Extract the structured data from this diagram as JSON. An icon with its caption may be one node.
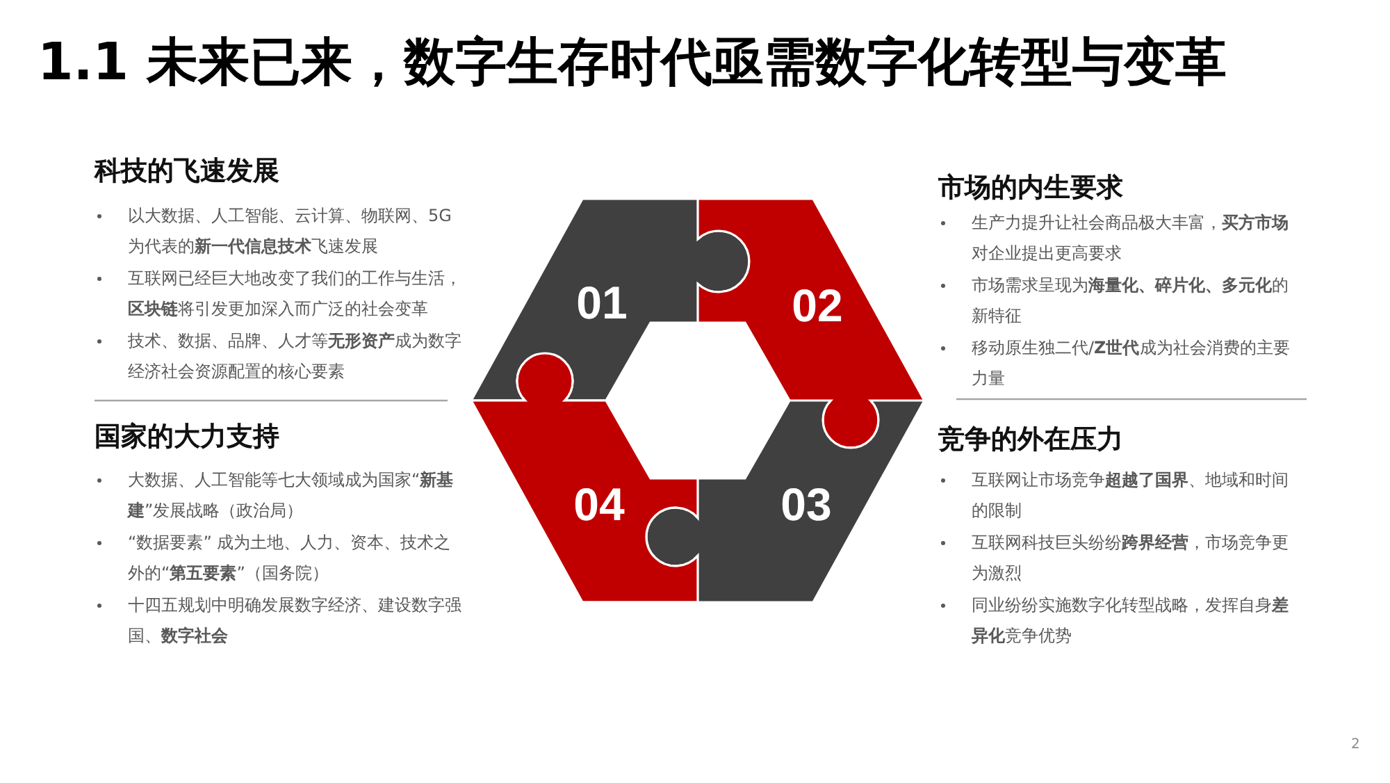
{
  "diagram": {
    "title": "1.1 未来已来，数字生存时代亟需数字化转型与变革",
    "nodes": [
      {
        "text": [
          "01"
        ],
        "beside": [
          "科技的飞速发展",
          "以大数据、人工智能、云计算、物联网、5G为代表的**新一代信息技术**飞速发展",
          "互联网已经巨大地改变了我们的工作与生活，**区块链**将引发更加深入而广泛的社会变革",
          "技术、数据、品牌、人才等**无形资产**成为数字经济社会资源配置的核心要素"
        ]
      },
      {
        "text": [
          "02"
        ],
        "beside": [
          "市场的内生要求",
          "生产力提升让社会商品极大丰富，**买方市场**对企业提出更高要求",
          "市场需求呈现为**海量化、碎片化、多元化**的新特征",
          "移动原生独二代/**Z世代**成为社会消费的主要力量"
        ]
      },
      {
        "text": [
          "03"
        ],
        "beside": [
          "竞争的外在压力",
          "互联网让市场竞争**超越了国界**、地域和时间的限制",
          "互联网科技巨头纷纷**跨界经营**，市场竞争更为激烈",
          "同业纷纷实施数字化转型战略，发挥自身**差异化**竞争优势"
        ]
      },
      {
        "text": [
          "04"
        ],
        "beside": [
          "国家的大力支持",
          "大数据、人工智能等七大领域成为国家“**新基建**”发展战略（政治局）",
          "“数据要素” 成为土地、人力、资本、技术之外的“**第五要素**”（国务院）",
          "十四五规划中明确发展数字经济、建设数字强国、**数字社会**"
        ]
      }
    ],
    "labels": [
      "2"
    ]
  }
}
